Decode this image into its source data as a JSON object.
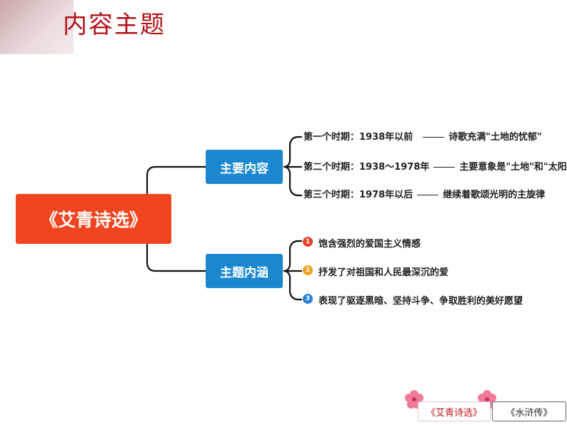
{
  "header": {
    "title": "内容主题"
  },
  "mindmap": {
    "root": "《艾青诗选》",
    "branches": [
      {
        "label": "主要内容",
        "items": [
          {
            "period": "第一个时期：1938年以前",
            "desc": "诗歌充满\"土地的忧郁\""
          },
          {
            "period": "第二个时期：1938～1978年",
            "desc": "主要意象是\"土地\"和\"太阳\""
          },
          {
            "period": "第三个时期：1978年以后",
            "desc": "继续着歌颂光明的主旋律"
          }
        ]
      },
      {
        "label": "主题内涵",
        "items": [
          {
            "num": "1",
            "text": "饱含强烈的爱国主义情感"
          },
          {
            "num": "2",
            "text": "抒发了对祖国和人民最深沉的爱"
          },
          {
            "num": "3",
            "text": "表现了驱逐黑暗、坚持斗争、争取胜利的美好愿望"
          }
        ]
      }
    ]
  },
  "footer_nav": {
    "tab1": "《艾青诗选》",
    "tab2": "《水浒传》"
  },
  "colors": {
    "title": "#b0121b",
    "root": "#f0451e",
    "branch": "#1a87d0"
  }
}
